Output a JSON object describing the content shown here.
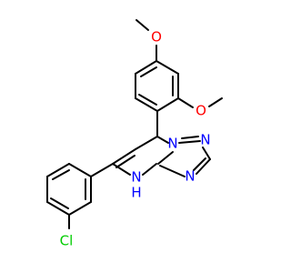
{
  "colors": {
    "background": "#ffffff",
    "bond": "#000000",
    "carbon": "#000000",
    "nitrogen": "#0000ff",
    "oxygen": "#ff0000",
    "chlorine": "#00cc00"
  },
  "atoms": {
    "o_top": "O",
    "o_right": "O",
    "n1": "N",
    "n2": "N",
    "n3": "N",
    "nh": "N",
    "h": "H",
    "cl": "Cl"
  }
}
